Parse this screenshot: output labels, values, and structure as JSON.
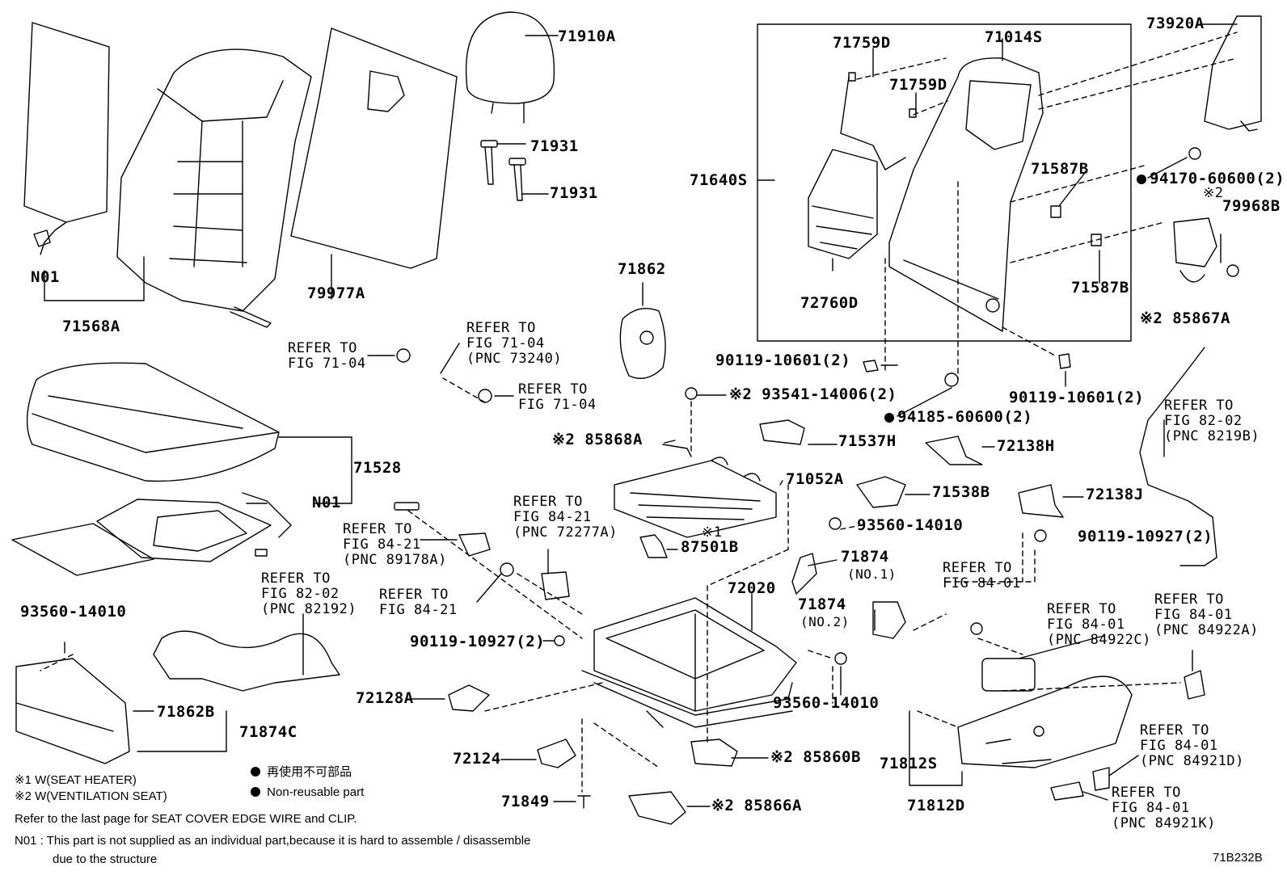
{
  "diagram_id": "71B232B",
  "parts": {
    "p71568A": "71568A",
    "n01_back": "N01",
    "p79977A": "79977A",
    "p71910A": "71910A",
    "p71931a": "71931",
    "p71931b": "71931",
    "p71862": "71862",
    "p71759D_a": "71759D",
    "p71759D_b": "71759D",
    "p71014S": "71014S",
    "p71640S": "71640S",
    "p72760D": "72760D",
    "p71587B_a": "71587B",
    "p71587B_b": "71587B",
    "p73920A": "73920A",
    "p94170": "94170-60600(2)",
    "p79968B_mark": "※2",
    "p79968B": "79968B",
    "p85867A": "※2 85867A",
    "p90119_10601_a": "90119-10601(2)",
    "p90119_10601_b": "90119-10601(2)",
    "p94185": "94185-60600(2)",
    "p93541": "※2 93541-14006(2)",
    "p85868A": "※2 85868A",
    "p71537H": "71537H",
    "p72138H": "72138H",
    "p71052A": "71052A",
    "p71538B": "71538B",
    "p72138J": "72138J",
    "p71528": "71528",
    "n01_cushion": "N01",
    "p93560_a": "93560-14010",
    "p90119_10927_a": "90119-10927(2)",
    "p87501B_mark": "※1",
    "p87501B": "87501B",
    "p71874_no1": "71874",
    "p71874_no1_sub": "(NO.1)",
    "p71874_no2": "71874",
    "p71874_no2_sub": "(NO.2)",
    "p72020": "72020",
    "p90119_10927_b": "90119-10927(2)",
    "p93560_b": "93560-14010",
    "p93560_c": "93560-14010",
    "p72128A": "72128A",
    "p72124": "72124",
    "p71849": "71849",
    "p85860B": "※2 85860B",
    "p85866A": "※2 85866A",
    "p71812S": "71812S",
    "p71812D": "71812D",
    "p71862B": "71862B",
    "p71874C": "71874C"
  },
  "refs": {
    "r_71_04_a": "REFER TO\nFIG 71-04",
    "r_71_04_pnc": "REFER TO\nFIG 71-04\n(PNC 73240)",
    "r_71_04_b": "REFER TO\nFIG 71-04",
    "r_82_02_right": "REFER TO\nFIG 82-02\n(PNC 8219B)",
    "r_84_21_pnc72277": "REFER TO\nFIG 84-21\n(PNC 72277A)",
    "r_84_21_pnc89178": "REFER TO\nFIG 84-21\n(PNC 89178A)",
    "r_84_21": "REFER TO\nFIG 84-21",
    "r_82_02_left": "REFER TO\nFIG 82-02\n(PNC 82192)",
    "r_84_01_a": "REFER TO\nFIG 84-01",
    "r_84_01_c": "REFER TO\nFIG 84-01\n(PNC 84922C)",
    "r_84_01_a2": "REFER TO\nFIG 84-01\n(PNC 84922A)",
    "r_84_01_d": "REFER TO\nFIG 84-01\n(PNC 84921D)",
    "r_84_01_k": "REFER TO\nFIG 84-01\n(PNC 84921K)"
  },
  "legend": {
    "jp_nonreusable": "再使用不可部品",
    "en_nonreusable": "Non-reusable part",
    "w1": "※1 W(SEAT HEATER)",
    "w2": "※2 W(VENTILATION SEAT)",
    "note1": "Refer to the last page for SEAT COVER EDGE WIRE and CLIP.",
    "note2": "N01 : This part is not supplied as an individual part,because it is hard to assemble / disassemble",
    "note3": "due to the structure"
  }
}
